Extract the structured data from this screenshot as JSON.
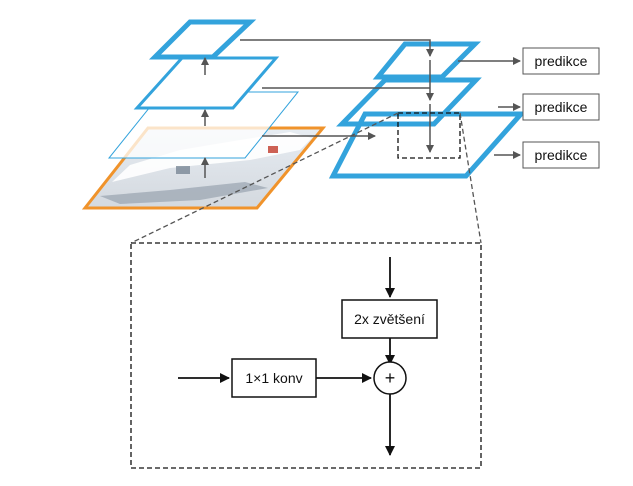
{
  "labels": {
    "prediction": [
      "predikce",
      "predikce",
      "predikce"
    ],
    "upsample": "2x zvětšení",
    "conv": "1×1 konv",
    "plus": "+"
  },
  "colors": {
    "pyramid_blue": "#33a3dc",
    "image_frame_orange": "#f0932b",
    "connector_gray": "#555555",
    "ink": "#111111"
  }
}
